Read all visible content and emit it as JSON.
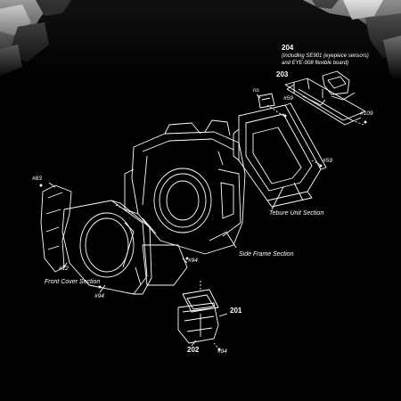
{
  "callouts": {
    "c204": "204",
    "c204_note1": "(including SE901 (eyepiece sensors)",
    "c204_note2": "and EYE-008 flexible board)",
    "c203": "203",
    "c_ns": "ns",
    "c59a": "#59",
    "c109": "#109",
    "c59b": "#59",
    "c83": "#83",
    "c12": "#12",
    "c94a": "#94",
    "c94b": "#94",
    "c94c": "#94",
    "c201": "201",
    "c202": "202"
  },
  "sections": {
    "tebure": "Tebure Unit Section",
    "side_frame": "Side Frame Section",
    "front_cover": "Front Cover Section"
  }
}
